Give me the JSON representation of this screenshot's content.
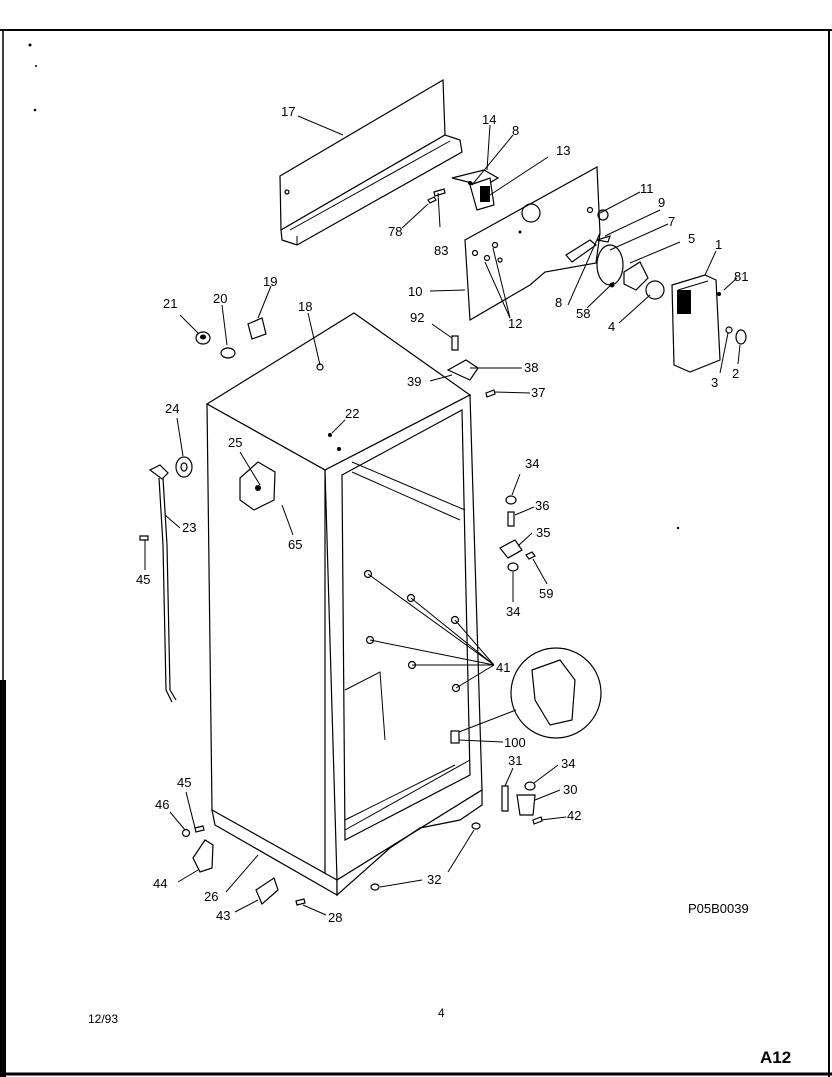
{
  "diagram": {
    "drawing_code": "P05B0039",
    "date": "12/93",
    "page_number": "4",
    "section": "A12",
    "callouts": [
      "17",
      "14",
      "8",
      "13",
      "11",
      "9",
      "7",
      "5",
      "1",
      "81",
      "78",
      "83",
      "10",
      "12",
      "8",
      "58",
      "4",
      "3",
      "2",
      "19",
      "20",
      "21",
      "18",
      "92",
      "38",
      "39",
      "37",
      "22",
      "24",
      "25",
      "23",
      "45",
      "65",
      "34",
      "36",
      "35",
      "59",
      "34",
      "41",
      "100",
      "31",
      "34",
      "30",
      "42",
      "45",
      "46",
      "44",
      "26",
      "43",
      "28",
      "32"
    ]
  }
}
